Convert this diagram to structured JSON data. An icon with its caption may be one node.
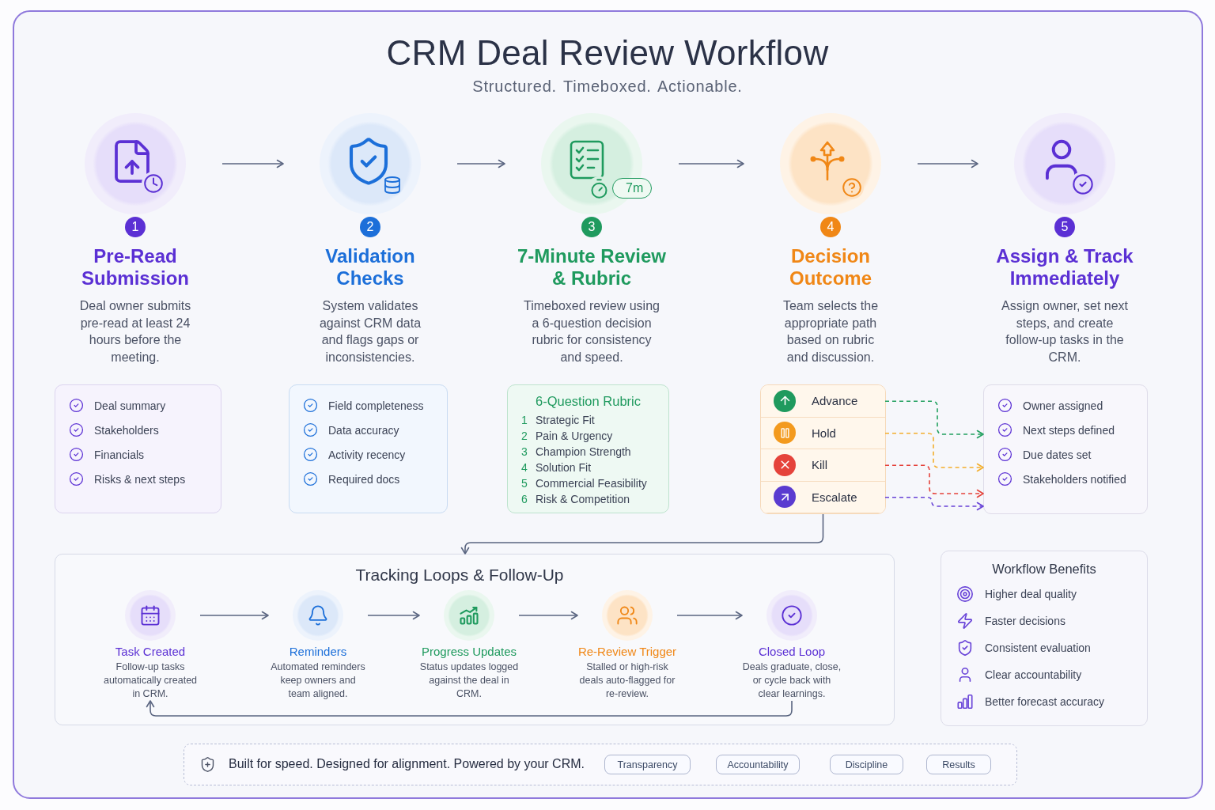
{
  "diagram": {
    "title": "CRM Deal Review Workflow",
    "labels": [
      "Structured. Timeboxed. Actionable."
    ],
    "nodes": [
      {
        "text": [
          "1",
          "Pre-Read Submission",
          "Deal owner submits pre-read at least 24 hours before the meeting."
        ]
      },
      {
        "text": [
          "2",
          "Validation Checks",
          "System validates against CRM data and flags gaps or inconsistencies."
        ]
      },
      {
        "text": [
          "7m",
          "3",
          "7-Minute Review & Rubric",
          "Timeboxed review using a 6-question decision rubric for consistency and speed."
        ]
      },
      {
        "text": [
          "4",
          "Decision Outcome",
          "Team selects the appropriate path based on rubric and discussion."
        ]
      },
      {
        "text": [
          "5",
          "Assign & Track Immediately",
          "Assign owner, set next steps, and create follow-up tasks in the CRM."
        ]
      },
      {
        "text": [
          "Deal summary",
          "Stakeholders",
          "Financials",
          "Risks & next steps"
        ]
      },
      {
        "text": [
          "Field completeness",
          "Data accuracy",
          "Activity recency",
          "Required docs"
        ]
      },
      {
        "text": [
          "6-Question Rubric",
          "1",
          "Strategic Fit",
          "2",
          "Pain & Urgency",
          "3",
          "Champion Strength",
          "4",
          "Solution Fit",
          "5",
          "Commercial Feasibility",
          "6",
          "Risk & Competition"
        ]
      },
      {
        "text": [],
        "shape": "box"
      },
      {
        "text": [
          "Advance"
        ],
        "in": 8
      },
      {
        "text": [
          "Hold"
        ],
        "in": 8
      },
      {
        "text": [
          "Kill"
        ],
        "in": 8
      },
      {
        "text": [
          "Escalate"
        ],
        "in": 8
      },
      {
        "text": [
          "Owner assigned",
          "Next steps defined",
          "Due dates set",
          "Stakeholders notified"
        ]
      },
      {
        "text": [
          "Tracking Loops & Follow-Up"
        ]
      },
      {
        "text": [
          "Task Created",
          "Follow-up tasks automatically created in CRM."
        ],
        "in": 14
      },
      {
        "text": [
          "Reminders",
          "Automated reminders keep owners and team aligned."
        ],
        "in": 14
      },
      {
        "text": [
          "Progress Updates",
          "Status updates logged against the deal in CRM."
        ],
        "in": 14
      },
      {
        "text": [
          "Re-Review Trigger",
          "Stalled or high-risk deals auto-flagged for re-review."
        ],
        "in": 14
      },
      {
        "text": [
          "Closed Loop",
          "Deals graduate, close, or cycle back with clear learnings."
        ],
        "in": 14
      },
      {
        "text": [
          "Workflow Benefits",
          "Higher deal quality",
          "Faster decisions",
          "Consistent evaluation",
          "Clear accountability",
          "Better forecast accuracy"
        ]
      },
      {
        "text": [
          "Built for speed. Designed for alignment. Powered by your CRM."
        ]
      },
      {
        "text": [
          "Transparency"
        ],
        "in": 21
      },
      {
        "text": [
          "Accountability"
        ],
        "in": 21
      },
      {
        "text": [
          "Discipline"
        ],
        "in": 21
      },
      {
        "text": [
          "Results"
        ],
        "in": 21
      }
    ],
    "edges": [
      {
        "from": 0,
        "to": 1,
        "arrow": "to"
      },
      {
        "from": 1,
        "to": 2,
        "arrow": "to"
      },
      {
        "from": 2,
        "to": 3,
        "arrow": "to"
      },
      {
        "from": 3,
        "to": 4,
        "arrow": "to"
      },
      {
        "from": 9,
        "to": 13,
        "arrow": "to",
        "style": "dashed",
        "color": "#22a05f"
      },
      {
        "from": 10,
        "to": 13,
        "arrow": "to",
        "style": "dashed",
        "color": "#f3ae2c"
      },
      {
        "from": 11,
        "to": 13,
        "arrow": "to",
        "style": "dashed",
        "color": "#e5433b"
      },
      {
        "from": 12,
        "to": 13,
        "arrow": "to",
        "style": "dashed",
        "color": "#6843d6"
      },
      {
        "from": 8,
        "to": 14,
        "arrow": "to"
      },
      {
        "from": 15,
        "to": 16,
        "arrow": "to"
      },
      {
        "from": 16,
        "to": 17,
        "arrow": "to"
      },
      {
        "from": 17,
        "to": 18,
        "arrow": "to"
      },
      {
        "from": 18,
        "to": 19,
        "arrow": "to"
      },
      {
        "from": 19,
        "to": 15,
        "arrow": "to"
      }
    ]
  }
}
